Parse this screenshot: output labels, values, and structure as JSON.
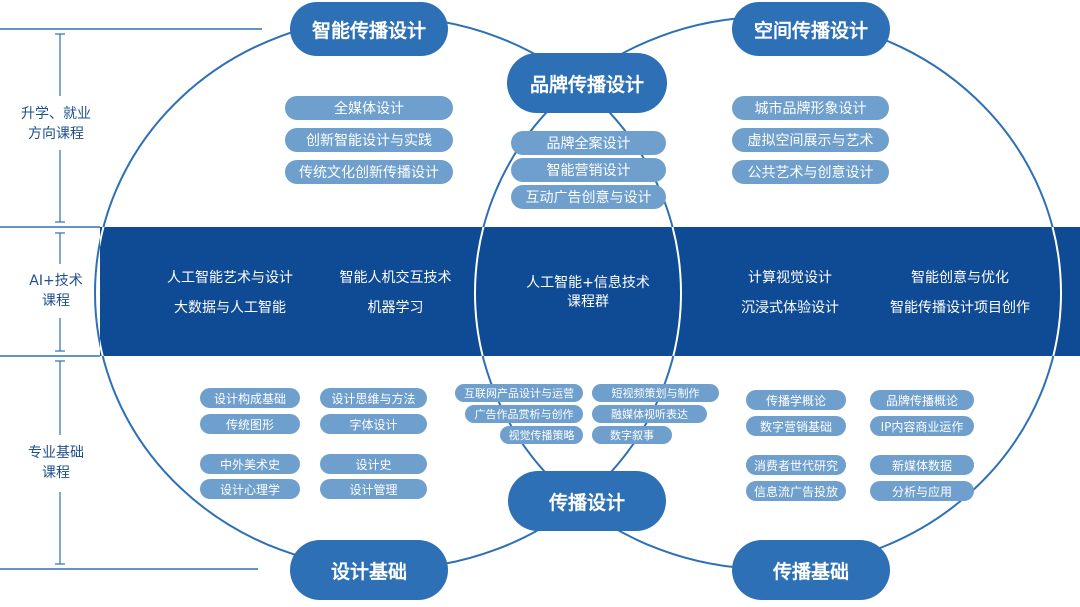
{
  "colors": {
    "band": "#0f4a94",
    "primary": "#2d70b5",
    "pill": "#6f9fcd",
    "sideText": "#1f4f8c"
  },
  "side_labels": {
    "upper": "升学、就业\n方向课程",
    "middle": "AI+技术\n课程",
    "lower": "专业基础\n课程"
  },
  "directions": {
    "intelligent": "智能传播设计",
    "brand": "品牌传播设计",
    "space": "空间传播设计",
    "comm_design": "传播设计",
    "design_basics": "设计基础",
    "comm_basics": "传播基础"
  },
  "intelligent_courses": [
    "全媒体设计",
    "创新智能设计与实践",
    "传统文化创新传播设计"
  ],
  "brand_courses": [
    "品牌全案设计",
    "智能营销设计",
    "互动广告创意与设计"
  ],
  "space_courses": [
    "城市品牌形象设计",
    "虚拟空间展示与艺术",
    "公共艺术与创意设计"
  ],
  "ai_band": {
    "left": [
      "人工智能艺术与设计",
      "智能人机交互技术",
      "大数据与人工智能",
      "机器学习"
    ],
    "center": [
      "人工智能+信息技术",
      "课程群"
    ],
    "right": [
      "计算视觉设计",
      "智能创意与优化",
      "沉浸式体验设计",
      "智能传播设计项目创作"
    ]
  },
  "design_basic_courses": [
    "设计构成基础",
    "设计思维与方法",
    "传统图形",
    "字体设计",
    "中外美术史",
    "设计史",
    "设计心理学",
    "设计管理"
  ],
  "comm_design_courses": [
    "互联网产品设计与运营",
    "短视频策划与制作",
    "广告作品赏析与创作",
    "融媒体视听表达",
    "视觉传播策略",
    "数字叙事"
  ],
  "comm_basic_courses": [
    "传播学概论",
    "品牌传播概论",
    "数字营销基础",
    "IP内容商业运作",
    "消费者世代研究",
    "新媒体数据",
    "信息流广告投放",
    "分析与应用"
  ]
}
